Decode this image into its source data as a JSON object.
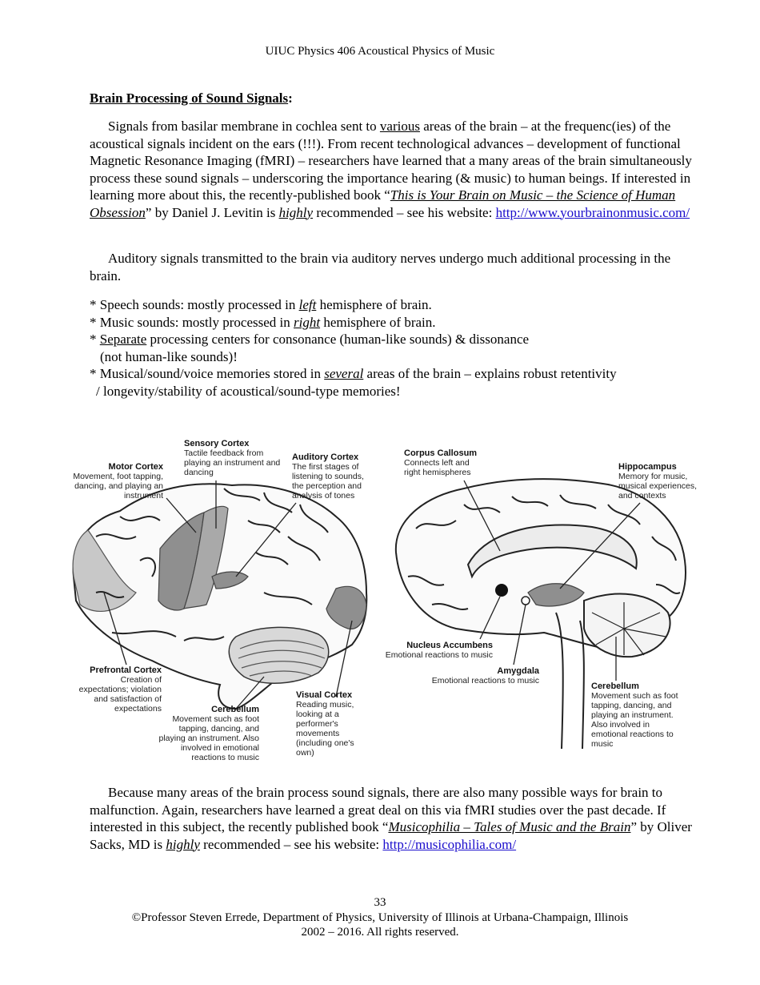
{
  "header": "UIUC Physics 406 Acoustical Physics of Music",
  "title": "Brain Processing of Sound Signals",
  "title_colon": ":",
  "p1": {
    "part1": "Signals from basilar membrane in cochlea sent to ",
    "various": "various",
    "part2": " areas of the brain – at the frequenc(ies) of the acoustical signals incident on the ears (!!!). From recent technological advances – development of functional Magnetic Resonance Imaging (fMRI) – researchers have learned that a many areas of the brain simultaneously process these sound signals – underscoring the importance hearing (& music) to human beings. If interested in learning more about this, the recently-published book “",
    "book": "This is Your Brain on Music – the Science of Human Obsession",
    "part3": "” by Daniel J. Levitin is ",
    "highly": "highly",
    "part4": " recommended – see his website: ",
    "link": "http://www.yourbrainonmusic.com/"
  },
  "p2": "Auditory signals transmitted to the brain via auditory nerves undergo much additional processing in the brain.",
  "bullets": {
    "b1a": "* Speech sounds: mostly processed in ",
    "b1em": "left",
    "b1b": " hemisphere of brain.",
    "b2a": "* Music  sounds: mostly processed in ",
    "b2em": "right",
    "b2b": " hemisphere of brain.",
    "b3a": "* ",
    "b3u": "Separate",
    "b3b": " processing centers for consonance (human-like sounds) & dissonance",
    "b3c": "(not human-like sounds)!",
    "b4a": "* Musical/sound/voice memories stored in ",
    "b4em": "several",
    "b4b": " areas of the brain – explains robust retentivity",
    "b4c": "/ longevity/stability of acoustical/sound-type memories!"
  },
  "figure": {
    "sensory": {
      "name": "Sensory Cortex",
      "desc": "Tactile feedback from playing an instrument and dancing"
    },
    "motor": {
      "name": "Motor Cortex",
      "desc": "Movement, foot tapping, dancing, and playing an instrument"
    },
    "auditory": {
      "name": "Auditory Cortex",
      "desc": "The first stages of listening to sounds, the perception and analysis of tones"
    },
    "prefrontal": {
      "name": "Prefrontal Cortex",
      "desc": "Creation of expectations; violation and satisfaction of expectations"
    },
    "cerebellum_left": {
      "name": "Cerebellum",
      "desc": "Movement such as foot tapping, dancing, and playing an instrument. Also involved in emotional reactions to music"
    },
    "visual": {
      "name": "Visual Cortex",
      "desc": "Reading music, looking at a performer's movements (including one's own)"
    },
    "corpus": {
      "name": "Corpus Callosum",
      "desc": "Connects left and right hemispheres"
    },
    "hippocampus": {
      "name": "Hippocampus",
      "desc": "Memory for music, musical experiences, and contexts"
    },
    "nucleus": {
      "name": "Nucleus Accumbens",
      "desc": "Emotional reactions to music"
    },
    "amygdala": {
      "name": "Amygdala",
      "desc": "Emotional reactions to music"
    },
    "cerebellum_right": {
      "name": "Cerebellum",
      "desc": "Movement such as foot tapping, dancing, and playing an instrument. Also involved in emotional reactions to music"
    }
  },
  "p3": {
    "part1": "Because many areas of the brain process sound signals, there are also many possible ways for brain to malfunction. Again, researchers have learned a great deal on this via fMRI studies over the past decade. If interested in this subject, the recently published book “",
    "book": "Musicophilia – Tales of Music and the Brain",
    "part2": "” by Oliver Sacks, MD is ",
    "highly": "highly",
    "part3": " recommended – see his website: ",
    "link": "http://musicophilia.com/"
  },
  "footer": {
    "page": "33",
    "line1": "©Professor Steven Errede, Department of Physics, University of Illinois at Urbana-Champaign, Illinois",
    "line2": "2002 – 2016. All rights reserved."
  },
  "colors": {
    "link": "#1a0dcc",
    "shaded_region": "#8f8f8f",
    "light_region": "#c8c8c8"
  }
}
